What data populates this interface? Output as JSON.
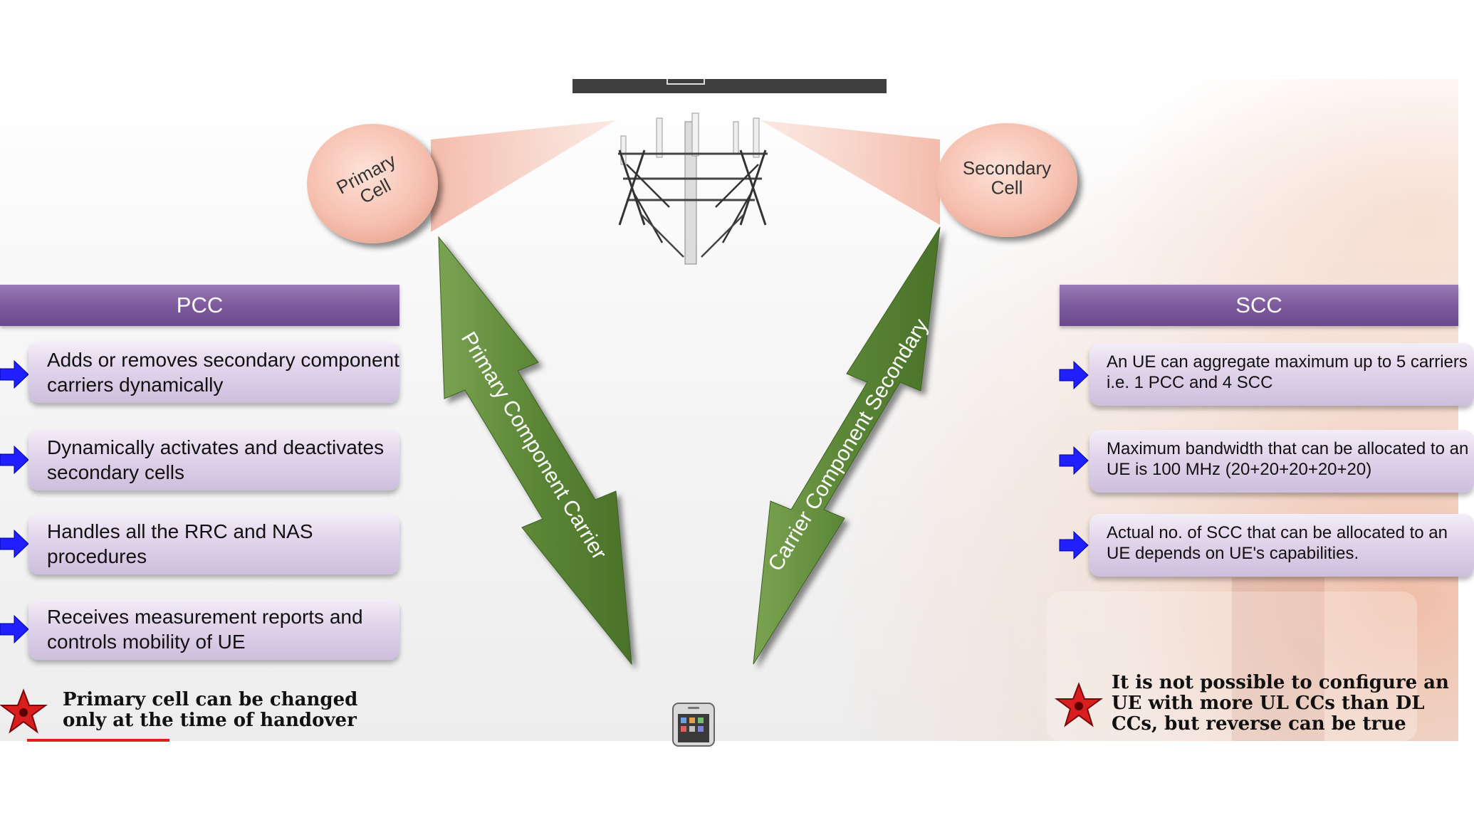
{
  "cells": {
    "primary": "Primary\nCell",
    "secondary": "Secondary\nCell"
  },
  "carriers": {
    "primary_label": "Primary Component Carrier",
    "secondary_label": "Carrier Component Secondary"
  },
  "pcc": {
    "title": "PCC",
    "items": [
      "Adds or removes secondary component carriers dynamically",
      "Dynamically activates and deactivates secondary cells",
      "Handles all the RRC and NAS procedures",
      "Receives measurement reports and controls mobility of UE"
    ],
    "note": "Primary cell can be changed only at the time of handover"
  },
  "scc": {
    "title": "SCC",
    "items": [
      "An UE can aggregate maximum up to 5 carriers i.e. 1 PCC and 4 SCC",
      "Maximum bandwidth that can be allocated to an UE is 100 MHz (20+20+20+20+20)",
      "Actual no. of SCC that can be allocated to an UE depends on UE's capabilities."
    ],
    "note": "It is not possible to configure an UE with more UL CCs than DL CCs, but reverse can be true"
  },
  "icons": {
    "tower": "cell-tower-icon",
    "phone": "smartphone-icon",
    "bullet": "blue-arrow-icon",
    "note": "red-star-icon"
  },
  "colors": {
    "header_purple": "#7d5a9e",
    "item_lavender": "#e2d6ec",
    "cell_pink": "#f8c5b6",
    "arrow_green": "#5e8a3a",
    "bullet_blue": "#1f1fff",
    "star_red": "#d81e1e"
  }
}
